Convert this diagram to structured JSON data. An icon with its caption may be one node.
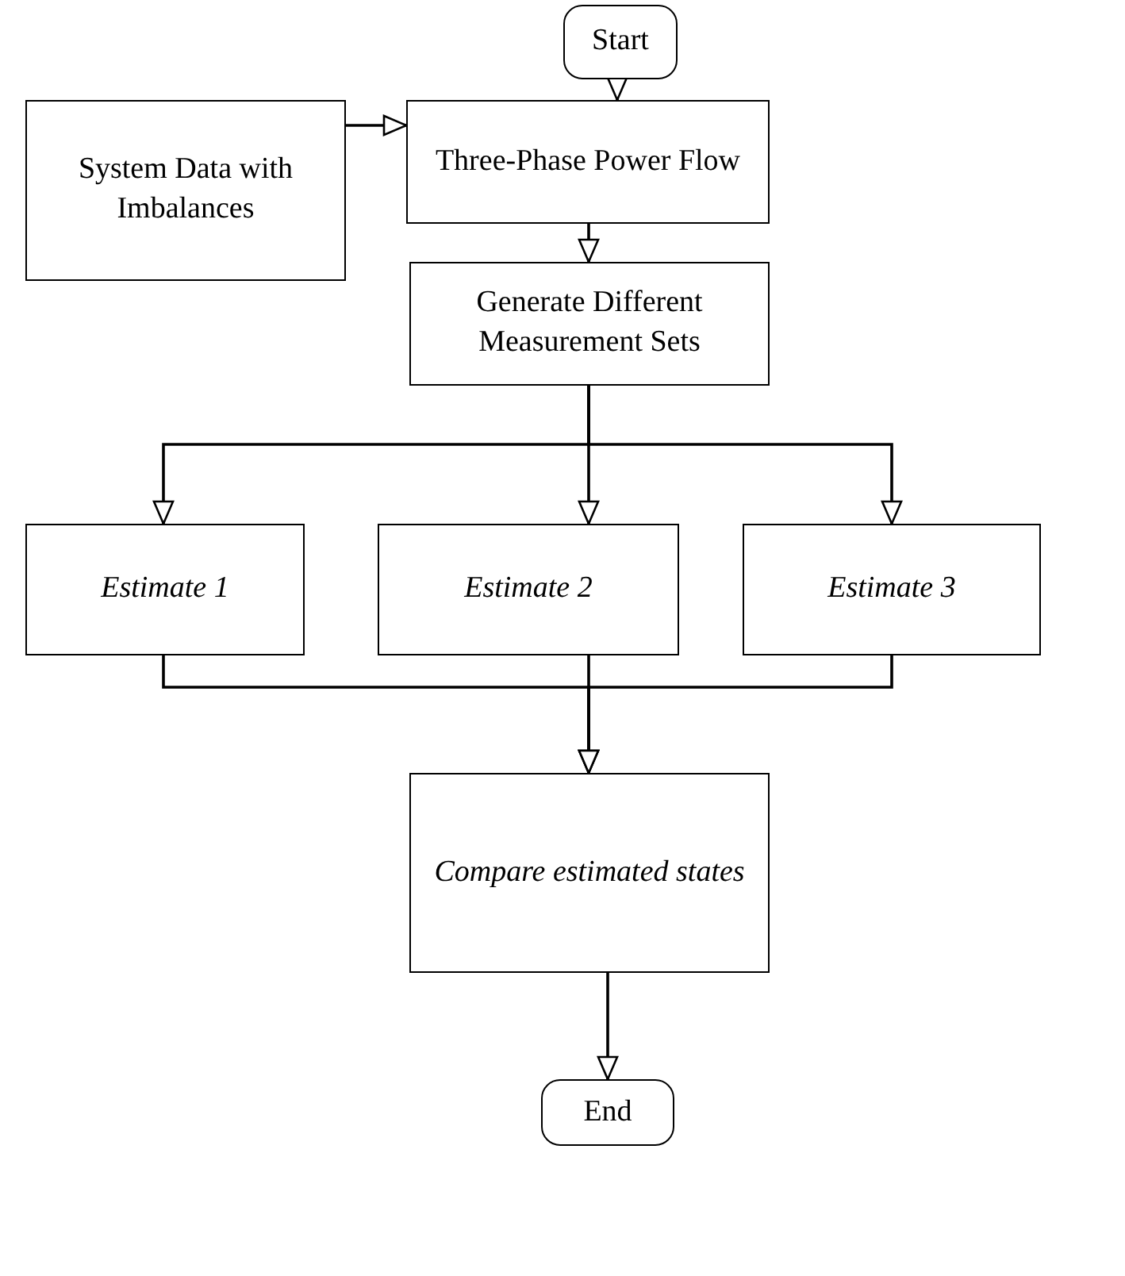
{
  "diagram": {
    "nodes": [
      {
        "text": [
          "Start"
        ]
      },
      {
        "text": [
          "System Data with Imbalances"
        ]
      },
      {
        "text": [
          "Three-Phase Power Flow"
        ]
      },
      {
        "text": [
          "Generate Different Measurement Sets"
        ]
      },
      {
        "text": [
          "Estimate 1"
        ]
      },
      {
        "text": [
          "Estimate 2"
        ]
      },
      {
        "text": [
          "Estimate 3"
        ]
      },
      {
        "text": [
          "Compare estimated states"
        ]
      },
      {
        "text": [
          "End"
        ]
      }
    ],
    "edges": [
      {
        "from": 0,
        "to": 2,
        "arrow": "to"
      },
      {
        "from": 1,
        "to": 2,
        "arrow": "to"
      },
      {
        "from": 2,
        "to": 3,
        "arrow": "to"
      },
      {
        "from": 3,
        "to": 4,
        "arrow": "to"
      },
      {
        "from": 3,
        "to": 5,
        "arrow": "to"
      },
      {
        "from": 3,
        "to": 6,
        "arrow": "to"
      },
      {
        "from": 4,
        "to": 7,
        "arrow": "to"
      },
      {
        "from": 5,
        "to": 7,
        "arrow": "to"
      },
      {
        "from": 6,
        "to": 7,
        "arrow": "to"
      },
      {
        "from": 7,
        "to": 8,
        "arrow": "to"
      }
    ]
  }
}
